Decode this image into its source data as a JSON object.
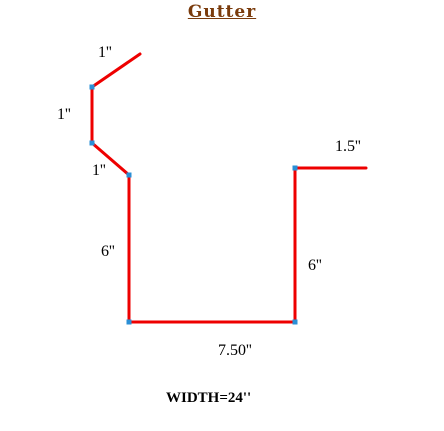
{
  "title": "Gutter",
  "colors": {
    "profile_line": "#ee0000",
    "bend_point": "#2a8fd6",
    "title": "#7a3b0c"
  },
  "dimensions": {
    "top_lip": "1''",
    "upper_side": "1''",
    "lower_angle": "1''",
    "left_wall": "6''",
    "bottom": "7.50''",
    "right_wall": "6''",
    "right_flange": "1.5''"
  },
  "width_note": "WIDTH=24''"
}
